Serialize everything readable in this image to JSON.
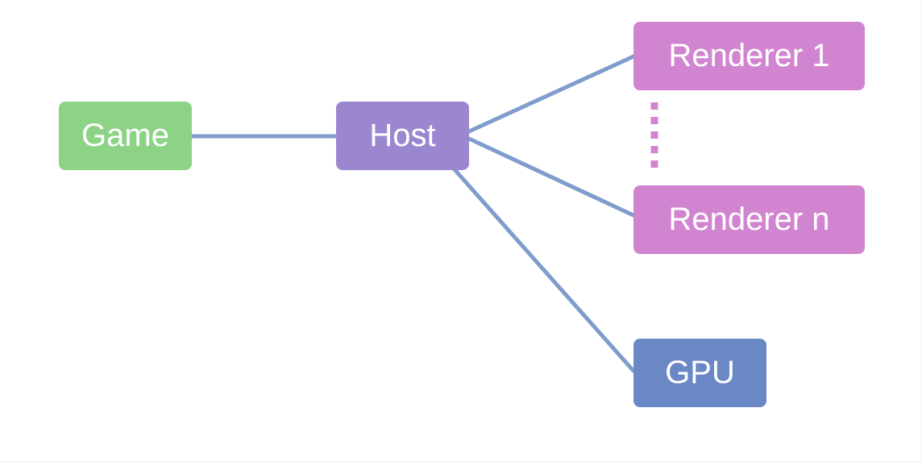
{
  "nodes": {
    "game": {
      "label": "Game",
      "color": "#8dd386"
    },
    "host": {
      "label": "Host",
      "color": "#9b87d0"
    },
    "renderer_1": {
      "label": "Renderer 1",
      "color": "#d184cf"
    },
    "renderer_n": {
      "label": "Renderer n",
      "color": "#d184cf"
    },
    "gpu": {
      "label": "GPU",
      "color": "#6b88c6"
    }
  },
  "edges": [
    {
      "from": "game",
      "to": "host"
    },
    {
      "from": "host",
      "to": "renderer_1"
    },
    {
      "from": "host",
      "to": "renderer_n"
    },
    {
      "from": "host",
      "to": "gpu"
    }
  ],
  "colors": {
    "edge": "#7f9ccc",
    "ellipsis": "#d184cf"
  }
}
